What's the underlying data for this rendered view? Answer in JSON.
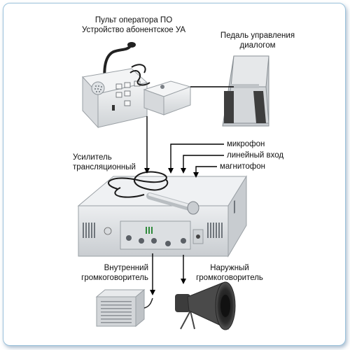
{
  "labels": {
    "operator_console": "Пульт оператора ПО",
    "subscriber_device": "Устройство абонентское УА",
    "pedal_line1": "Педаль управления",
    "pedal_line2": "диалогом",
    "amplifier_line1": "Усилитель",
    "amplifier_line2": "трансляционный",
    "microphone": "микрофон",
    "line_input": "линейный вход",
    "tape_recorder": "магнитофон",
    "internal_speaker_line1": "Внутренний",
    "internal_speaker_line2": "громкоговоритель",
    "external_speaker_line1": "Наружный",
    "external_speaker_line2": "громкоговоритель"
  },
  "colors": {
    "border": "#9cc3dc",
    "device_body": "#e9ebec",
    "device_dark": "#3a3a3a",
    "arrow": "#000000"
  }
}
